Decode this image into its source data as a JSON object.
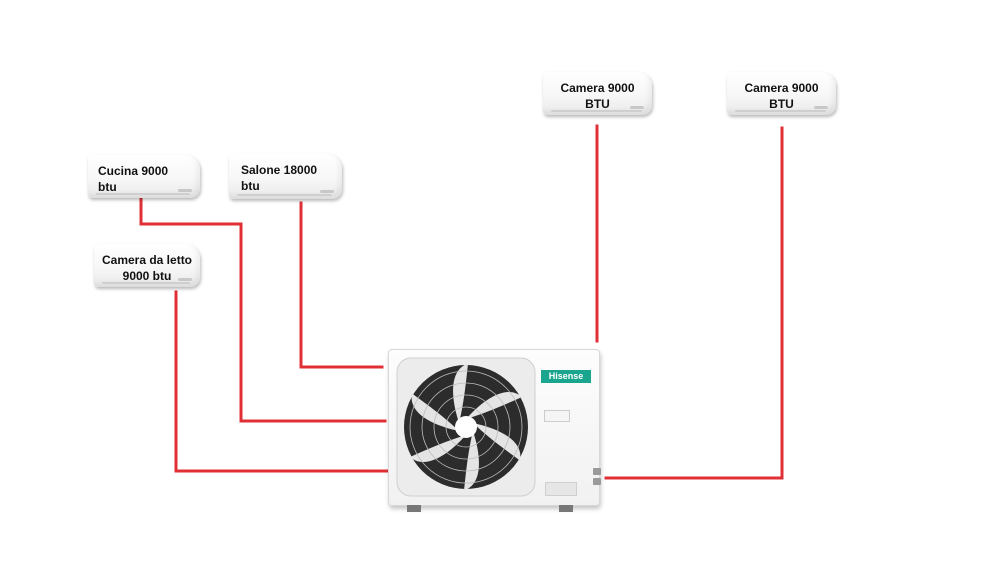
{
  "indoor_units": [
    {
      "id": "cucina",
      "label": "Cucina 9000\nbtu"
    },
    {
      "id": "salone",
      "label": "Salone 18000\nbtu"
    },
    {
      "id": "camera-letto",
      "label": "Camera da letto\n9000 btu"
    },
    {
      "id": "camera-1",
      "label": "Camera 9000\nBTU"
    },
    {
      "id": "camera-2",
      "label": "Camera 9000\nBTU"
    }
  ],
  "outdoor_unit": {
    "brand": "Hisense"
  },
  "colors": {
    "pipe": "#e03036",
    "brand": "#1aa58e"
  },
  "icons": {
    "fan": "fan-icon"
  }
}
